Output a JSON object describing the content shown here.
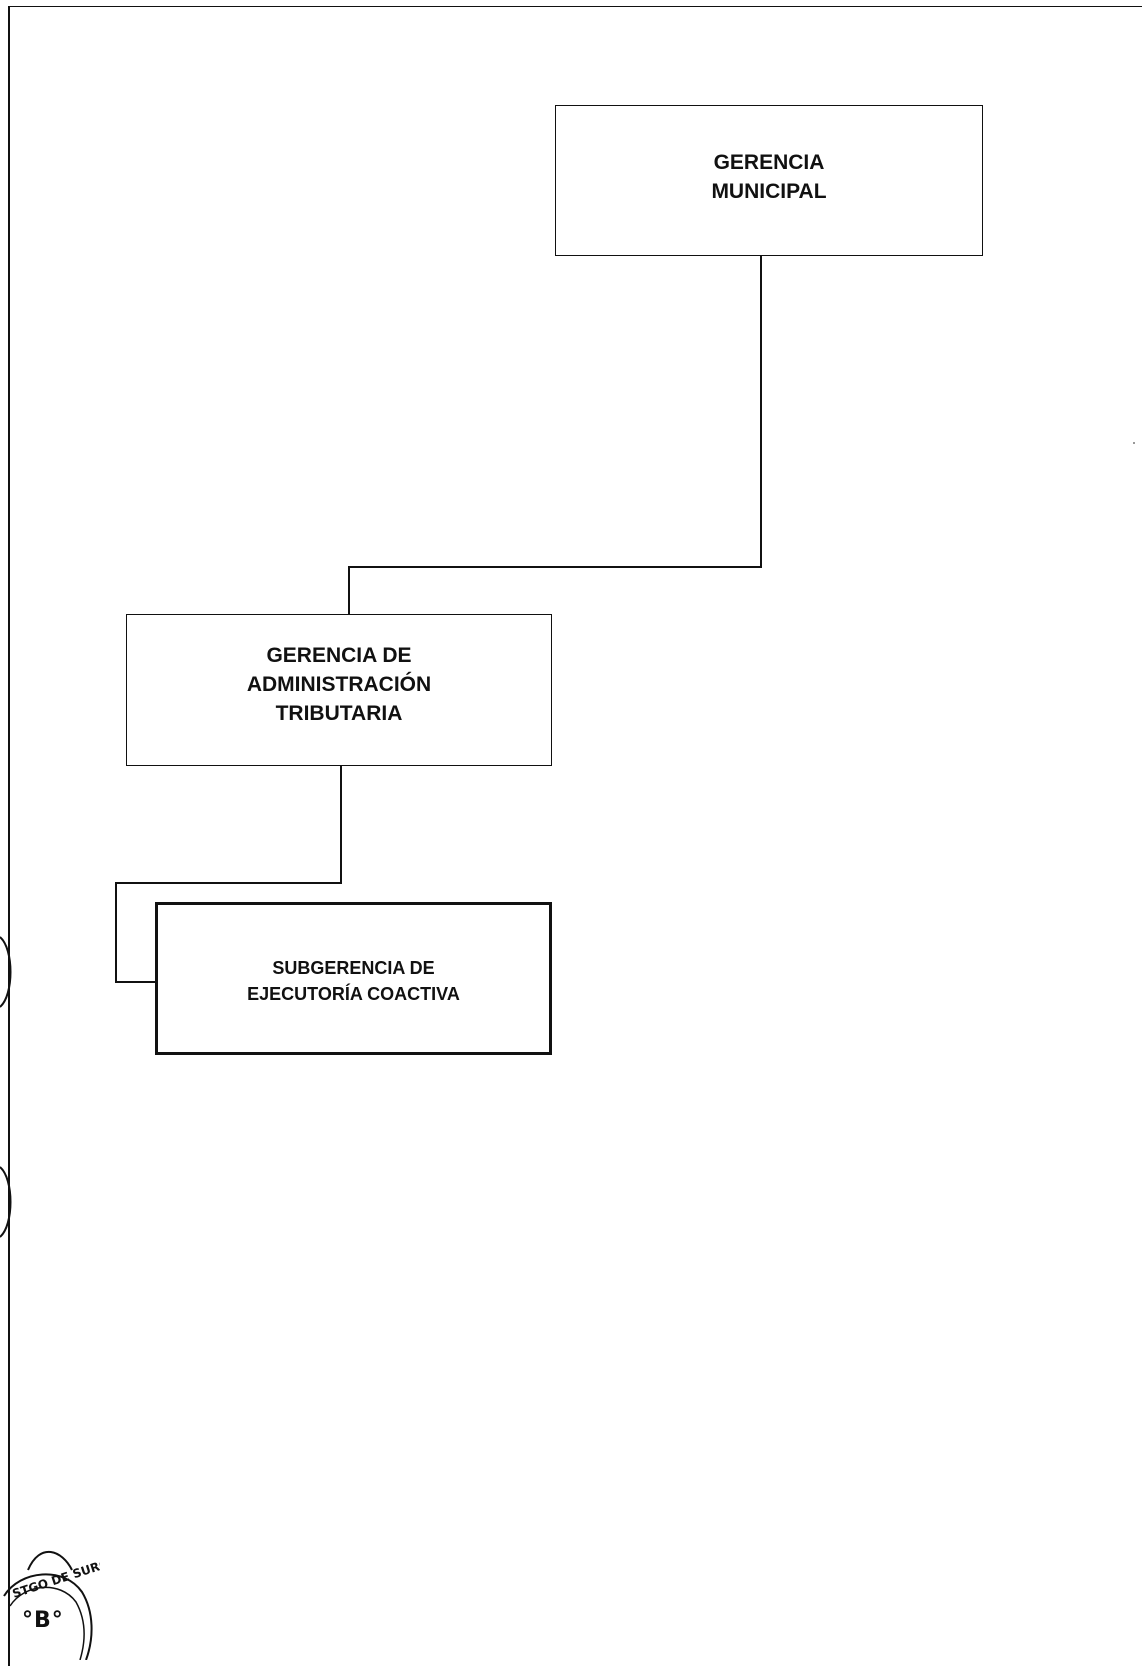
{
  "org_chart": {
    "nodes": [
      {
        "id": "gm",
        "label": "GERENCIA\nMUNICIPAL"
      },
      {
        "id": "gat",
        "label": "GERENCIA DE\nADMINISTRACIÓN\nTRIBUTARIA"
      },
      {
        "id": "sec",
        "label": "SUBGERENCIA DE\nEJECUTORÍA COACTIVA"
      }
    ],
    "edges": [
      {
        "from": "gm",
        "to": "gat"
      },
      {
        "from": "gat",
        "to": "sec"
      }
    ]
  },
  "stamp": {
    "visible_text": "°B°",
    "arc_text": "STGO DE SURCO"
  },
  "colors": {
    "line": "#111111",
    "background": "#ffffff"
  }
}
